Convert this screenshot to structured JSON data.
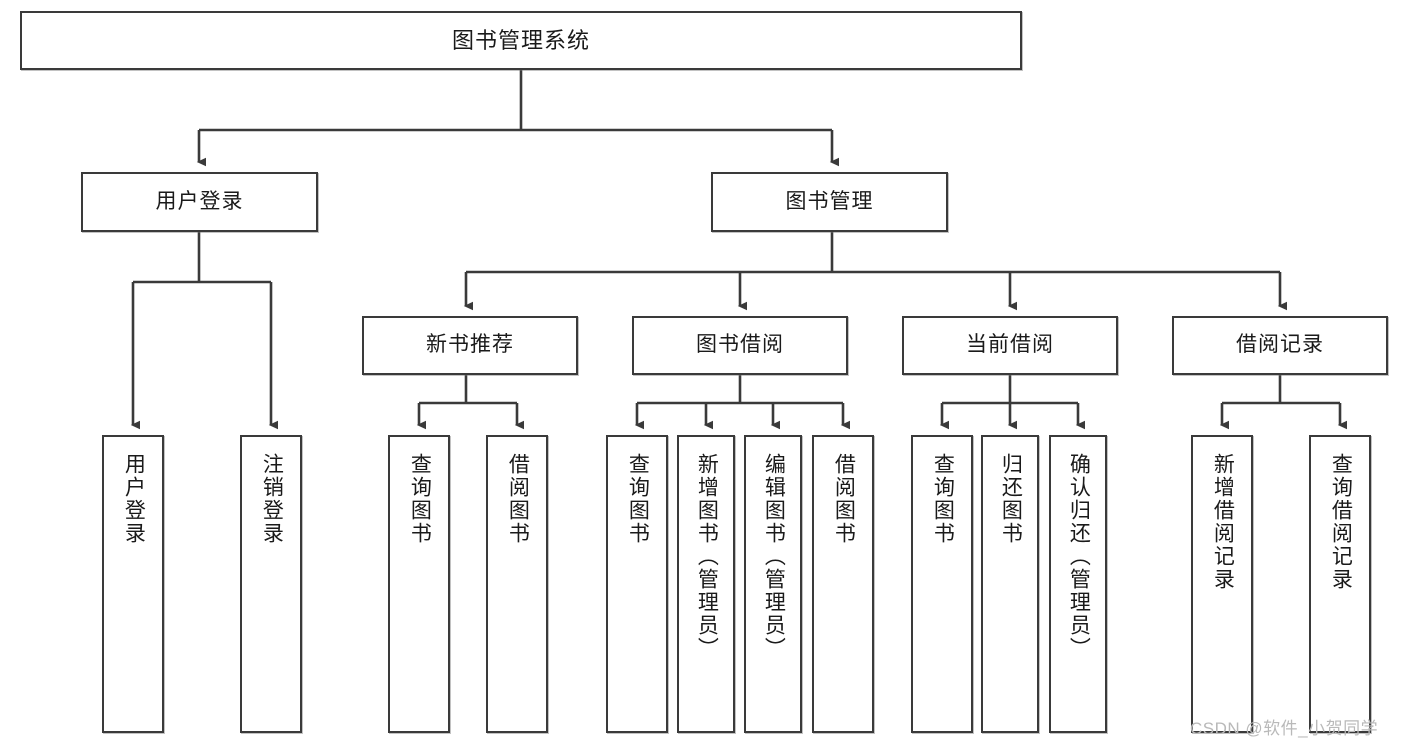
{
  "diagram": {
    "title": "图书管理系统",
    "type": "tree-hierarchy-diagram",
    "root": {
      "label": "图书管理系统"
    },
    "level1": [
      {
        "label": "用户登录"
      },
      {
        "label": "图书管理"
      }
    ],
    "level2": [
      {
        "label": "新书推荐"
      },
      {
        "label": "图书借阅"
      },
      {
        "label": "当前借阅"
      },
      {
        "label": "借阅记录"
      }
    ],
    "leaves_user_login": [
      {
        "label": "用户登录"
      },
      {
        "label": "注销登录"
      }
    ],
    "leaves_new_book": [
      {
        "label": "查询图书"
      },
      {
        "label": "借阅图书"
      }
    ],
    "leaves_borrow": [
      {
        "label": "查询图书"
      },
      {
        "label": "新增图书（管理员）"
      },
      {
        "label": "编辑图书（管理员）"
      },
      {
        "label": "借阅图书"
      }
    ],
    "leaves_current": [
      {
        "label": "查询图书"
      },
      {
        "label": "归还图书"
      },
      {
        "label": "确认归还（管理员）"
      }
    ],
    "leaves_records": [
      {
        "label": "新增借阅记录"
      },
      {
        "label": "查询借阅记录"
      }
    ]
  },
  "watermark": {
    "text": "CSDN @软件_小贺同学"
  },
  "colors": {
    "box_border": "#3a3a3a",
    "box_fill": "#ffffff",
    "text": "#1a1a1a",
    "edge": "#3a3a3a",
    "watermark": "#b9b9b9"
  }
}
